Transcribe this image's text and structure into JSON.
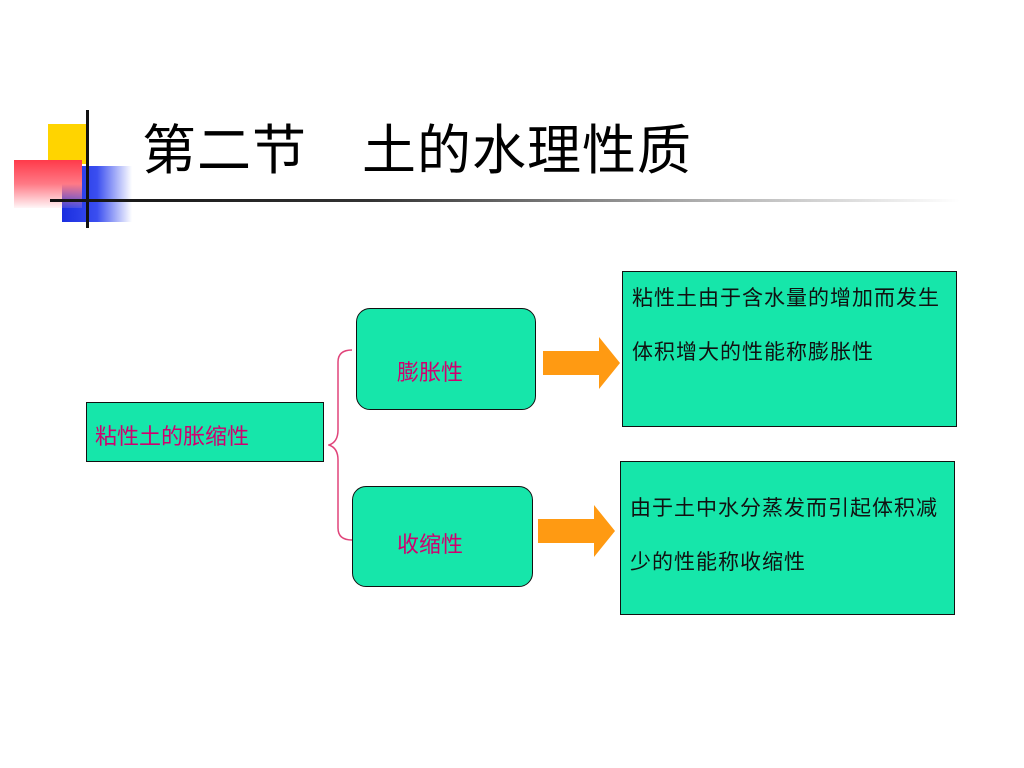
{
  "title": "第二节　土的水理性质",
  "diagram": {
    "root": "粘性土的胀缩性",
    "branches": [
      {
        "label": "膨胀性",
        "definition": "粘性土由于含水量的增加而发生体积增大的性能称膨胀性"
      },
      {
        "label": "收缩性",
        "definition": "由于土中水分蒸发而引起体积减少的性能称收缩性"
      }
    ]
  },
  "colors": {
    "box_fill": "#16e6aa",
    "label_red": "#d0006f",
    "arrow_orange": "#ff9a12",
    "brace_pink": "#e0447a"
  }
}
